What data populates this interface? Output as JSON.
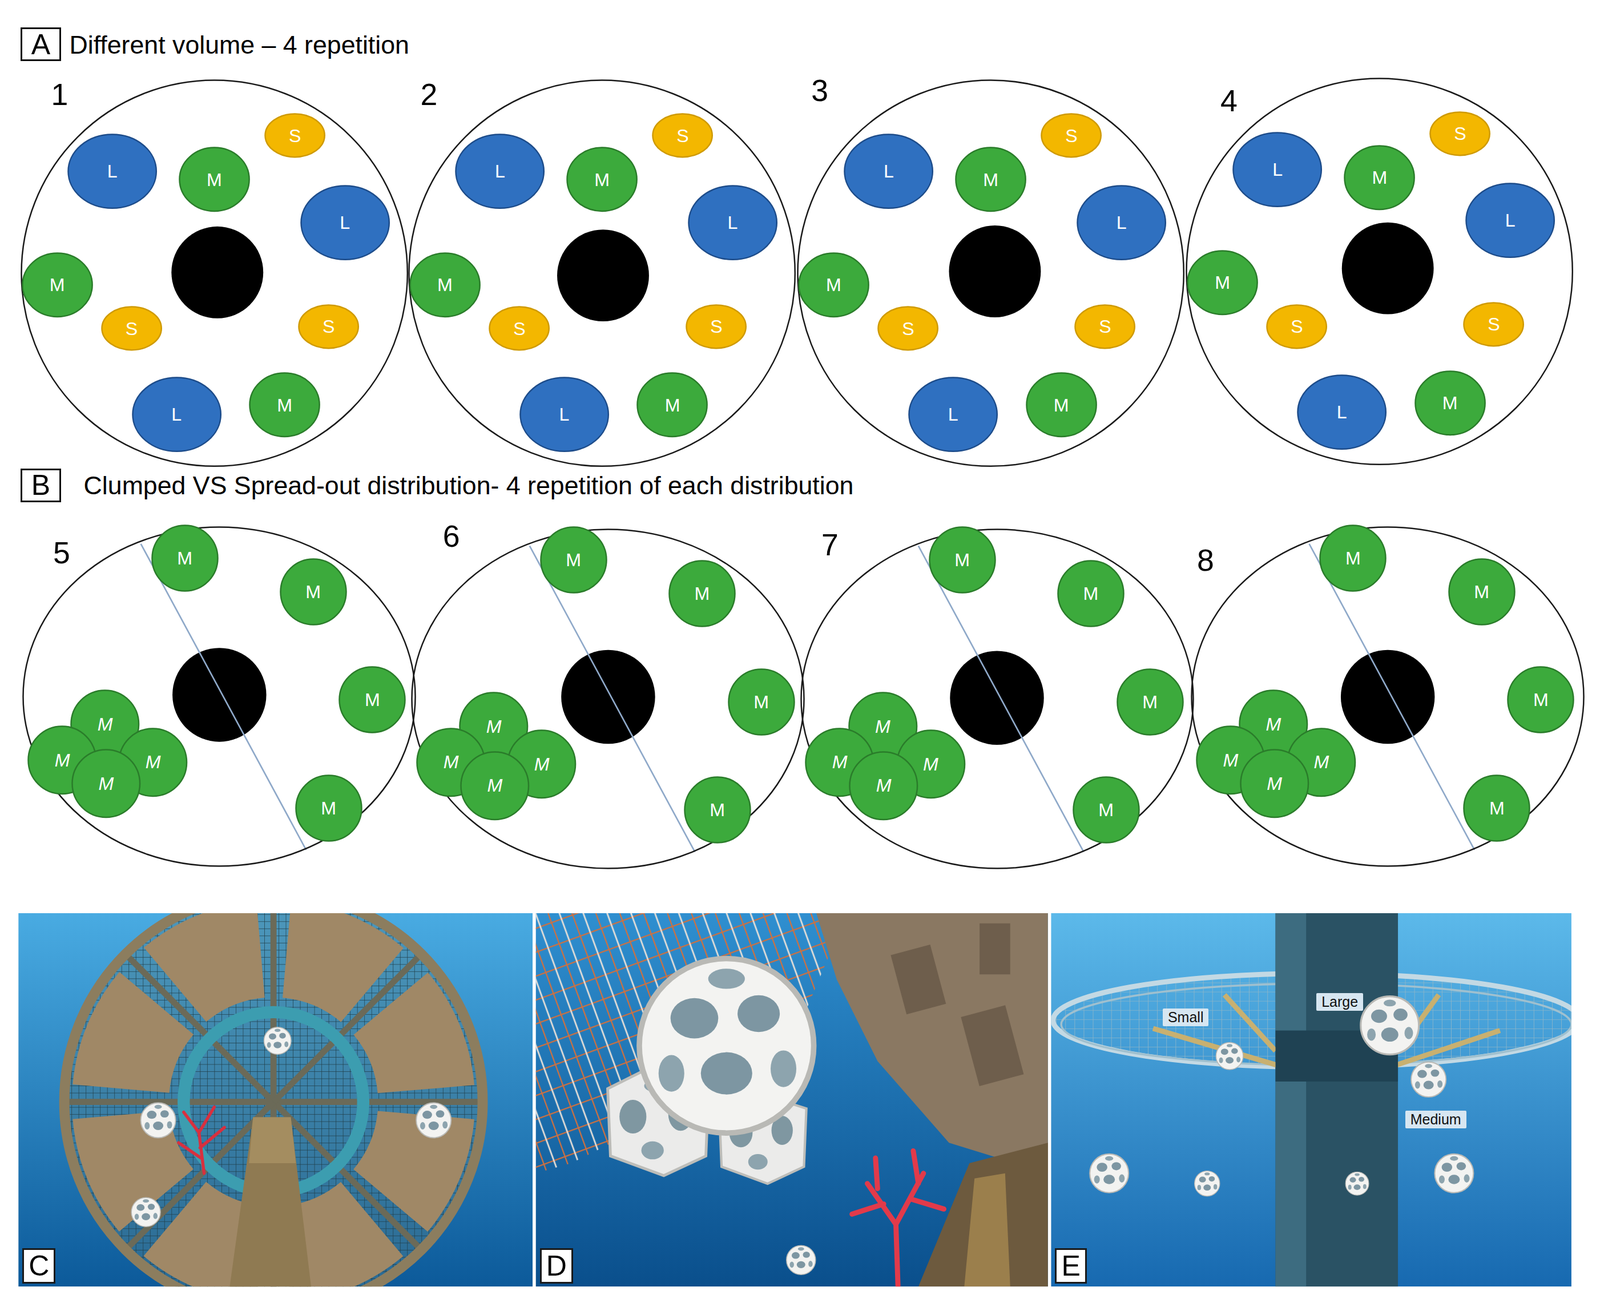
{
  "diagram": {
    "nodes": [
      {
        "text": [
          "A"
        ]
      },
      {
        "text": [
          "1"
        ]
      },
      {
        "text": [
          "S"
        ],
        "in": 1
      },
      {
        "text": [
          "L"
        ],
        "in": 1
      },
      {
        "text": [
          "M"
        ],
        "in": 1
      },
      {
        "text": [
          "L"
        ],
        "in": 1
      },
      {
        "text": [
          "M"
        ],
        "in": 1
      },
      {
        "text": [
          "S"
        ],
        "in": 1
      },
      {
        "text": [
          "S"
        ],
        "in": 1
      },
      {
        "text": [
          "M"
        ],
        "in": 1
      },
      {
        "text": [
          "L"
        ],
        "in": 1
      },
      {
        "text": [
          "2"
        ]
      },
      {
        "text": [
          "S"
        ],
        "in": 11
      },
      {
        "text": [
          "L"
        ],
        "in": 11
      },
      {
        "text": [
          "M"
        ],
        "in": 11
      },
      {
        "text": [
          "L"
        ],
        "in": 11
      },
      {
        "text": [
          "M"
        ],
        "in": 11
      },
      {
        "text": [
          "S"
        ],
        "in": 11
      },
      {
        "text": [
          "S"
        ],
        "in": 11
      },
      {
        "text": [
          "M"
        ],
        "in": 11
      },
      {
        "text": [
          "L"
        ],
        "in": 11
      },
      {
        "text": [
          "3"
        ]
      },
      {
        "text": [
          "S"
        ],
        "in": 21
      },
      {
        "text": [
          "L"
        ],
        "in": 21
      },
      {
        "text": [
          "M"
        ],
        "in": 21
      },
      {
        "text": [
          "L"
        ],
        "in": 21
      },
      {
        "text": [
          "M"
        ],
        "in": 21
      },
      {
        "text": [
          "S"
        ],
        "in": 21
      },
      {
        "text": [
          "S"
        ],
        "in": 21
      },
      {
        "text": [
          "M"
        ],
        "in": 21
      },
      {
        "text": [
          "L"
        ],
        "in": 21
      },
      {
        "text": [
          "4"
        ]
      },
      {
        "text": [
          "S"
        ],
        "in": 31
      },
      {
        "text": [
          "L"
        ],
        "in": 31
      },
      {
        "text": [
          "M"
        ],
        "in": 31
      },
      {
        "text": [
          "L"
        ],
        "in": 31
      },
      {
        "text": [
          "M"
        ],
        "in": 31
      },
      {
        "text": [
          "S"
        ],
        "in": 31
      },
      {
        "text": [
          "S"
        ],
        "in": 31
      },
      {
        "text": [
          "M"
        ],
        "in": 31
      },
      {
        "text": [
          "L"
        ],
        "in": 31
      },
      {
        "text": [
          "B"
        ]
      },
      {
        "text": [
          "5"
        ]
      },
      {
        "text": [
          "M"
        ],
        "in": 42
      },
      {
        "text": [
          "M"
        ],
        "in": 42
      },
      {
        "text": [
          "M"
        ],
        "in": 42
      },
      {
        "text": [
          "M"
        ],
        "in": 42
      },
      {
        "text": [
          "M"
        ],
        "in": 42
      },
      {
        "text": [
          "M"
        ],
        "in": 42
      },
      {
        "text": [
          "M"
        ],
        "in": 42
      },
      {
        "text": [
          "M"
        ],
        "in": 42
      },
      {
        "text": [
          "6"
        ]
      },
      {
        "text": [
          "M"
        ],
        "in": 51
      },
      {
        "text": [
          "M"
        ],
        "in": 51
      },
      {
        "text": [
          "M"
        ],
        "in": 51
      },
      {
        "text": [
          "M"
        ],
        "in": 51
      },
      {
        "text": [
          "M"
        ],
        "in": 51
      },
      {
        "text": [
          "M"
        ],
        "in": 51
      },
      {
        "text": [
          "M"
        ],
        "in": 51
      },
      {
        "text": [
          "M"
        ],
        "in": 51
      },
      {
        "text": [
          "7"
        ]
      },
      {
        "text": [
          "M"
        ],
        "in": 60
      },
      {
        "text": [
          "M"
        ],
        "in": 60
      },
      {
        "text": [
          "M"
        ],
        "in": 60
      },
      {
        "text": [
          "M"
        ],
        "in": 60
      },
      {
        "text": [
          "M"
        ],
        "in": 60
      },
      {
        "text": [
          "M"
        ],
        "in": 60
      },
      {
        "text": [
          "M"
        ],
        "in": 60
      },
      {
        "text": [
          "M"
        ],
        "in": 60
      },
      {
        "text": [
          "8"
        ]
      },
      {
        "text": [
          "M"
        ],
        "in": 69
      },
      {
        "text": [
          "M"
        ],
        "in": 69
      },
      {
        "text": [
          "M"
        ],
        "in": 69
      },
      {
        "text": [
          "M"
        ],
        "in": 69
      },
      {
        "text": [
          "M"
        ],
        "in": 69
      },
      {
        "text": [
          "M"
        ],
        "in": 69
      },
      {
        "text": [
          "M"
        ],
        "in": 69
      },
      {
        "text": [
          "M"
        ],
        "in": 69
      },
      {
        "text": [
          "C"
        ]
      },
      {
        "text": [
          "D"
        ]
      },
      {
        "text": [
          "E"
        ]
      },
      {
        "text": [
          "Small"
        ],
        "in": 80
      },
      {
        "text": [
          "Large"
        ],
        "in": 80
      },
      {
        "text": [
          "Medium"
        ],
        "in": 80
      }
    ],
    "labels": [
      "Different volume – 4 repetition",
      "Clumped VS Spread-out distribution- 4 repetition of each distribution"
    ]
  }
}
